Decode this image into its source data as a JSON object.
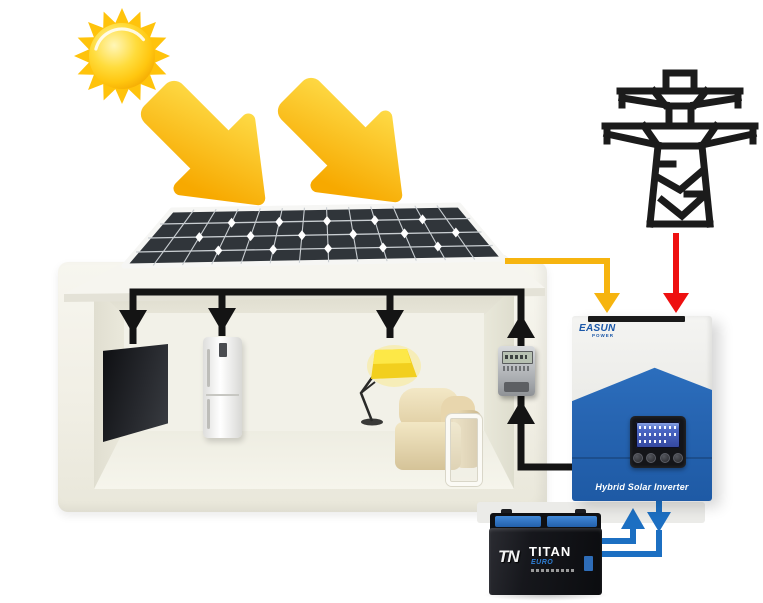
{
  "diagram": {
    "name": "hybrid-solar-inverter-system-diagram",
    "components": [
      {
        "icon": "sun-icon"
      },
      {
        "icon": "sunlight-arrow-icon"
      },
      {
        "icon": "solar-panel"
      },
      {
        "icon": "house"
      },
      {
        "icon": "tv"
      },
      {
        "icon": "refrigerator"
      },
      {
        "icon": "floor-lamp"
      },
      {
        "icon": "sofa"
      },
      {
        "icon": "magazine-rack"
      },
      {
        "icon": "electricity-meter"
      },
      {
        "icon": "transmission-tower-icon"
      },
      {
        "icon": "hybrid-inverter"
      },
      {
        "icon": "battery"
      }
    ],
    "flows": [
      {
        "from": "solar-panel",
        "to": "inverter",
        "color": "#F6B40F"
      },
      {
        "from": "grid-tower",
        "to": "inverter",
        "color": "#EE1010"
      },
      {
        "from": "inverter",
        "to": "house-appliances",
        "color": "#141414"
      },
      {
        "from": "battery",
        "to": "inverter",
        "color": "#1C6FC2"
      },
      {
        "from": "inverter",
        "to": "battery",
        "color": "#1C6FC2"
      }
    ]
  },
  "colors": {
    "sun_yellow": "#FFC30B",
    "arrow_yellow_light": "#FFE352",
    "arrow_yellow_dark": "#F7A900",
    "wire_black": "#141414",
    "wire_yellow": "#F6B40F",
    "wire_red": "#EE1010",
    "wire_blue": "#1C6FC2",
    "inverter_blue": "#2968B8",
    "panel_dark": "#30353A",
    "house_cream": "#F2F1E8",
    "battery_black": "#141518"
  },
  "inverter": {
    "brand": "EASUN",
    "brand_sub": "POWER",
    "label": "Hybrid Solar Inverter"
  },
  "battery": {
    "logo_short": "TN",
    "brand": "TITAN",
    "series": "EURO"
  }
}
